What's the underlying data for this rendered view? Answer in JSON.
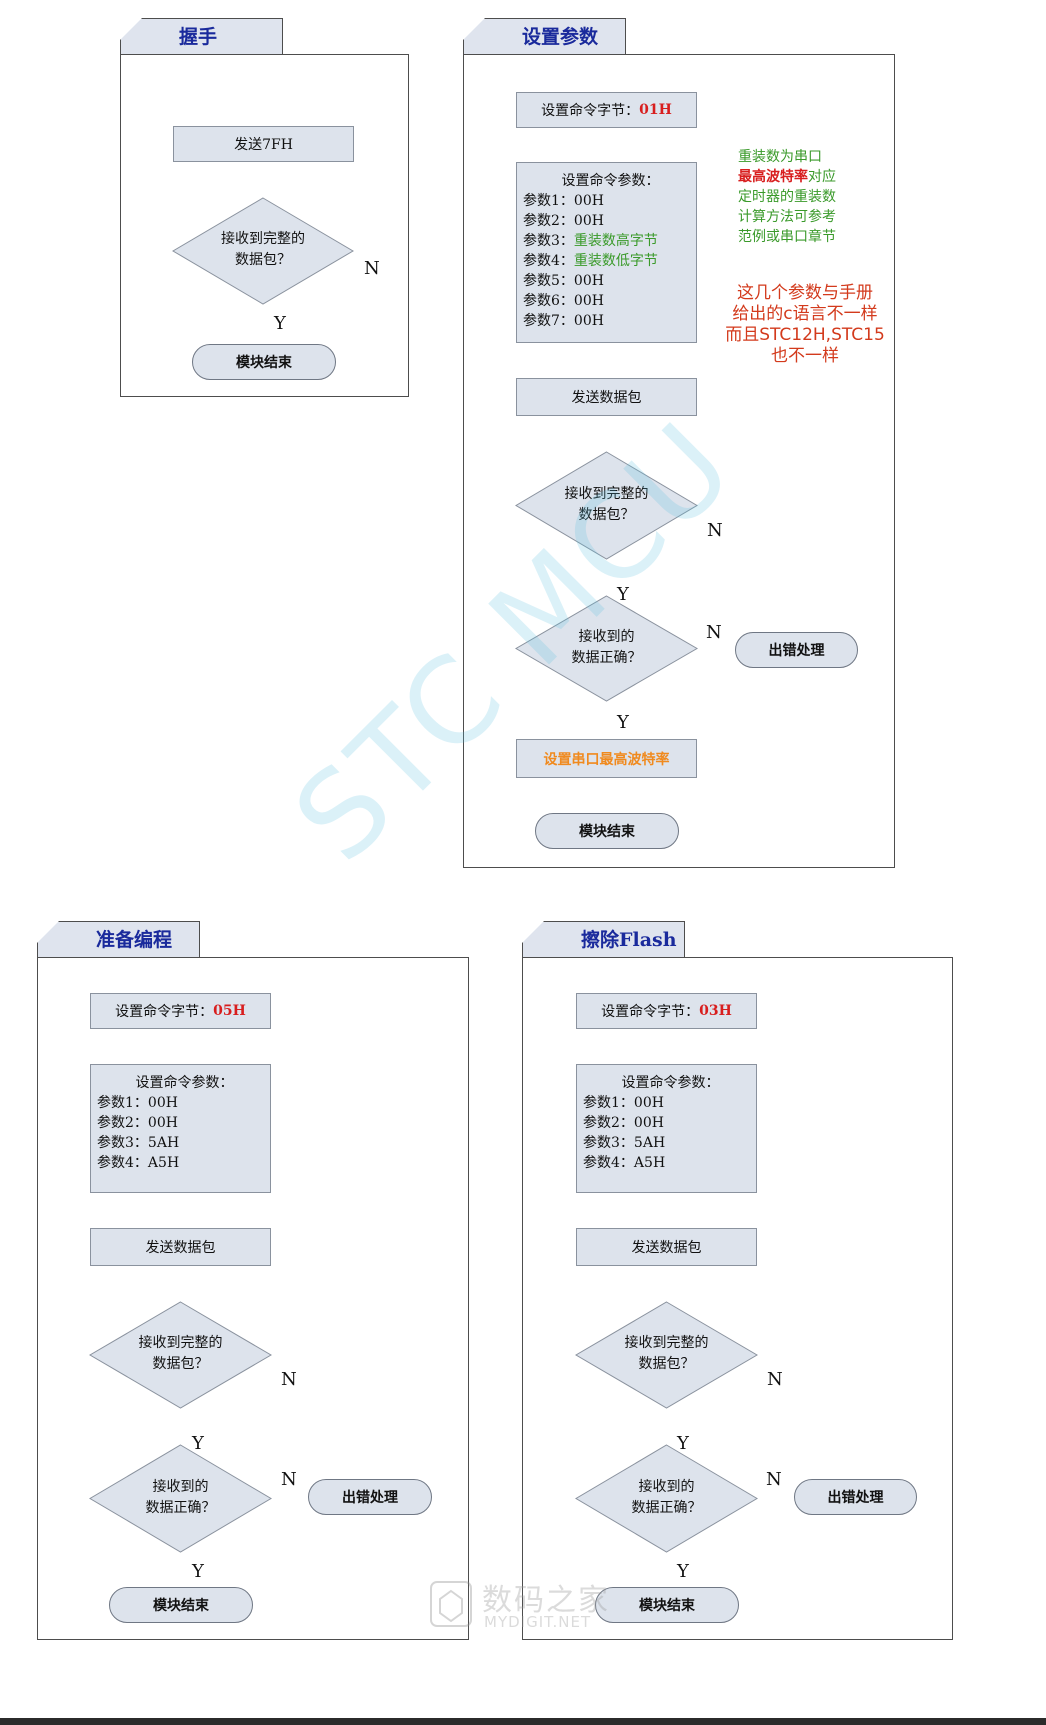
{
  "panels": {
    "handshake": {
      "title": "握手",
      "send": "发送7FH",
      "decision": [
        "接收到完整的",
        "数据包？"
      ],
      "n": "N",
      "y": "Y",
      "end": "模块结束"
    },
    "set_params": {
      "title": "设置参数",
      "cmd_prefix": "设置命令字节：",
      "cmd_code": "01H",
      "params_title": "设置命令参数：",
      "params": [
        {
          "label": "参数1：",
          "value": "00H",
          "highlight": false
        },
        {
          "label": "参数2：",
          "value": "00H",
          "highlight": false
        },
        {
          "label": "参数3：",
          "value": "重装数高字节",
          "highlight": true
        },
        {
          "label": "参数4：",
          "value": "重装数低字节",
          "highlight": true
        },
        {
          "label": "参数5：",
          "value": "00H",
          "highlight": false
        },
        {
          "label": "参数6：",
          "value": "00H",
          "highlight": false
        },
        {
          "label": "参数7：",
          "value": "00H",
          "highlight": false
        }
      ],
      "note_lines": [
        {
          "parts": [
            {
              "text": "重装数为串口",
              "style": "green"
            }
          ]
        },
        {
          "parts": [
            {
              "text": "最高波特率",
              "style": "red"
            },
            {
              "text": "对应",
              "style": "green"
            }
          ]
        },
        {
          "parts": [
            {
              "text": "定时器的重装数",
              "style": "green"
            }
          ]
        },
        {
          "parts": [
            {
              "text": "计算方法可参考",
              "style": "green"
            }
          ]
        },
        {
          "parts": [
            {
              "text": "范例或串口章节",
              "style": "green"
            }
          ]
        }
      ],
      "handwritten_note": [
        "这几个参数与手册",
        "给出的c语言不一样",
        "而且STC12H,STC15",
        "也不一样"
      ],
      "send_packet": "发送数据包",
      "decision1": [
        "接收到完整的",
        "数据包？"
      ],
      "decision2": [
        "接收到的",
        "数据正确？"
      ],
      "n": "N",
      "y": "Y",
      "error": "出错处理",
      "set_baud": "设置串口最高波特率",
      "end": "模块结束"
    },
    "prepare": {
      "title": "准备编程",
      "cmd_prefix": "设置命令字节：",
      "cmd_code": "05H",
      "params_title": "设置命令参数：",
      "params": [
        {
          "label": "参数1：",
          "value": "00H"
        },
        {
          "label": "参数2：",
          "value": "00H"
        },
        {
          "label": "参数3：",
          "value": "5AH"
        },
        {
          "label": "参数4：",
          "value": "A5H"
        }
      ],
      "send_packet": "发送数据包",
      "decision1": [
        "接收到完整的",
        "数据包？"
      ],
      "decision2": [
        "接收到的",
        "数据正确？"
      ],
      "n": "N",
      "y": "Y",
      "error": "出错处理",
      "end": "模块结束"
    },
    "erase": {
      "title": "擦除Flash",
      "cmd_prefix": "设置命令字节：",
      "cmd_code": "03H",
      "params_title": "设置命令参数：",
      "params": [
        {
          "label": "参数1：",
          "value": "00H"
        },
        {
          "label": "参数2：",
          "value": "00H"
        },
        {
          "label": "参数3：",
          "value": "5AH"
        },
        {
          "label": "参数4：",
          "value": "A5H"
        }
      ],
      "send_packet": "发送数据包",
      "decision1": [
        "接收到完整的",
        "数据包？"
      ],
      "decision2": [
        "接收到的",
        "数据正确？"
      ],
      "n": "N",
      "y": "Y",
      "error": "出错处理",
      "end": "模块结束"
    }
  },
  "watermarks": {
    "stc": "STC MCU",
    "site_cn": "数码之家",
    "site_en": "MYDIGIT.NET"
  },
  "colors": {
    "box_fill": "#dde3ec",
    "arrow": "#4472c4",
    "loop_line": "#a8c6cf",
    "title_text": "#1a2a9c",
    "cmd_code": "#d81e1e",
    "note_green": "#3a9a2a",
    "baud_orange": "#f08a1e",
    "handwritten": "#d33a1c"
  }
}
